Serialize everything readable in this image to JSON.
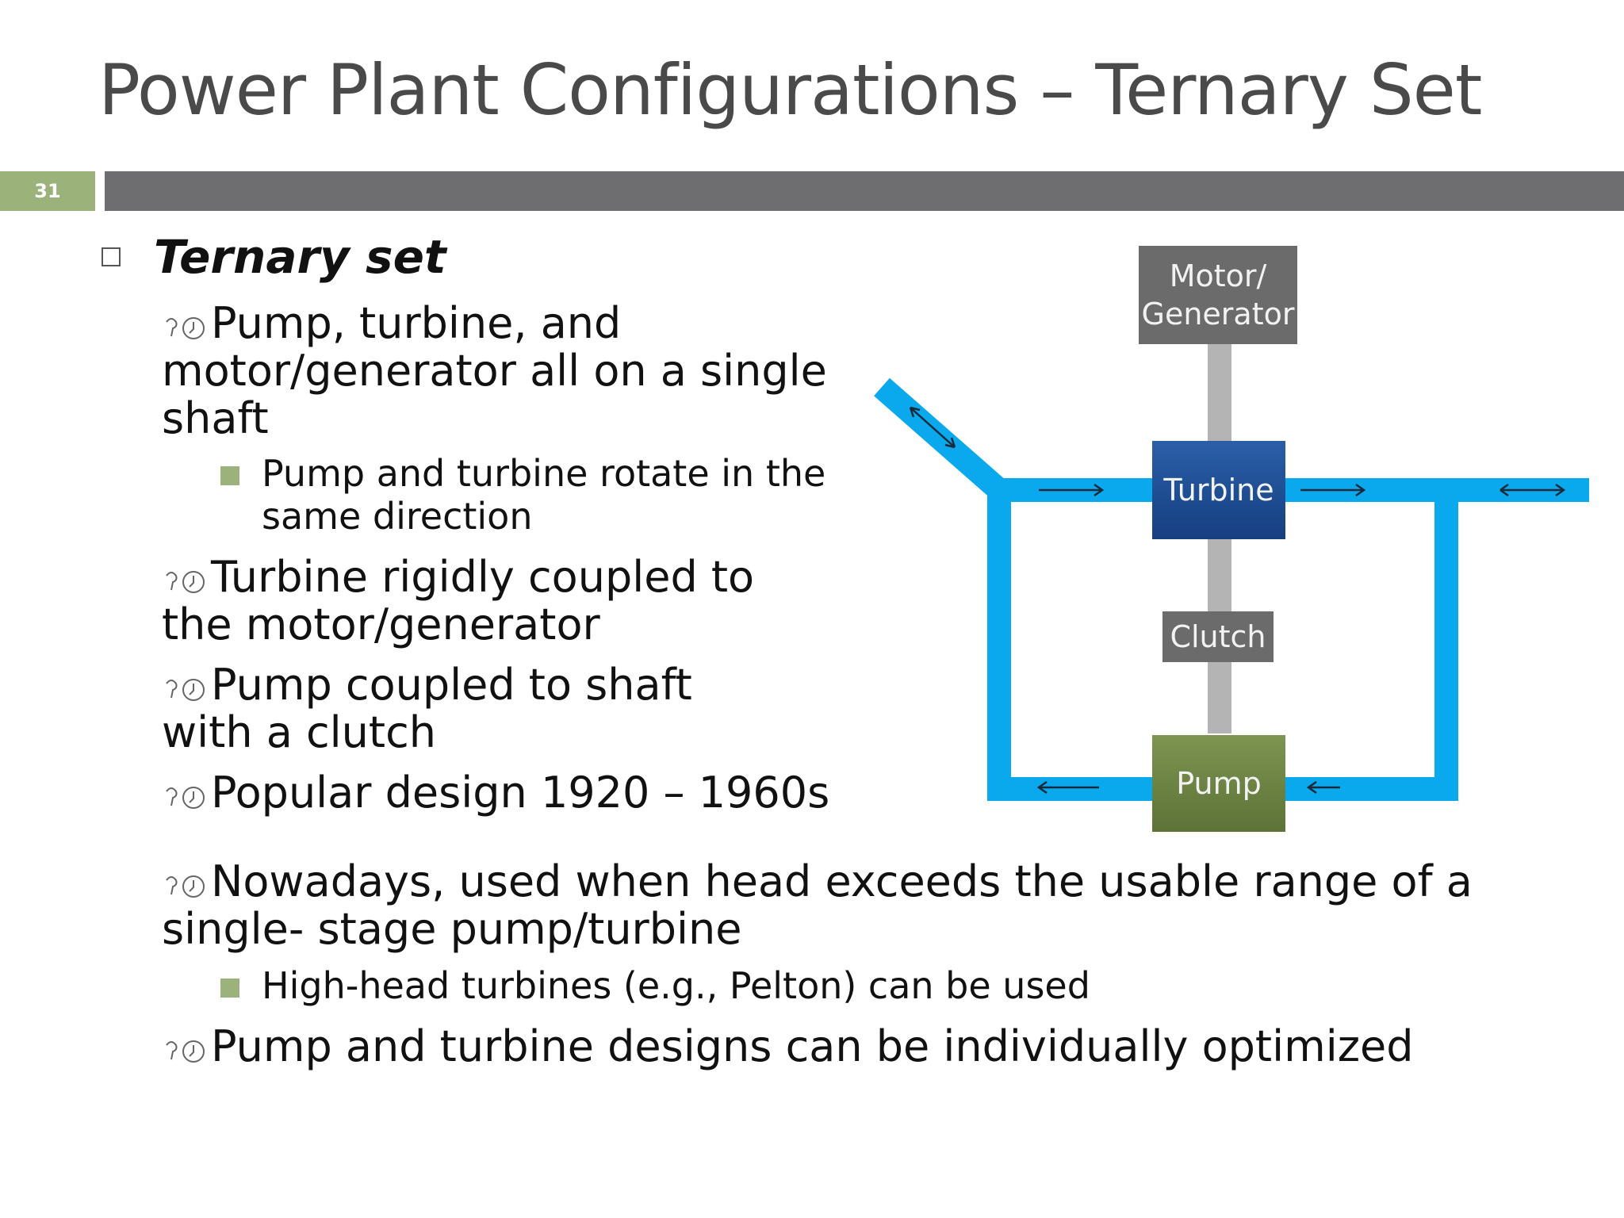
{
  "slide": {
    "title": "Power Plant Configurations – Ternary Set",
    "number": "31"
  },
  "content": {
    "heading": "Ternary set",
    "items": [
      {
        "line1": "Pump, turbine, and",
        "line2": "motor/generator all on a single",
        "line3": "shaft"
      },
      {
        "sub1_line1": "Pump and turbine rotate in the",
        "sub1_line2": "same direction"
      },
      {
        "line1": "Turbine rigidly coupled to",
        "line2": "the motor/generator"
      },
      {
        "line1": "Pump coupled to shaft",
        "line2": "with a clutch"
      },
      {
        "line1": "Popular design 1920 – 1960s"
      },
      {
        "line1": "Nowadays, used when head exceeds the usable range of a",
        "line2": "single- stage pump/turbine"
      },
      {
        "sub1_line1": "High-head turbines (e.g., Pelton) can be used"
      },
      {
        "line1": "Pump and turbine designs can be individually optimized"
      }
    ]
  },
  "diagram": {
    "motor_line1": "Motor/",
    "motor_line2": "Generator",
    "turbine": "Turbine",
    "clutch": "Clutch",
    "pump": "Pump",
    "colors": {
      "pipe": "#0aa8ec",
      "turbine": "#1f4f95",
      "pump": "#6e8544",
      "motor": "#6b6b6b",
      "shaft": "#b4b4b4",
      "accent": "#9bb27a"
    }
  },
  "icons": {
    "level0_bullet": "empty-square-icon",
    "level1_bullet": "hand-clock-glyph-icon",
    "level2_bullet": "filled-square-icon"
  }
}
